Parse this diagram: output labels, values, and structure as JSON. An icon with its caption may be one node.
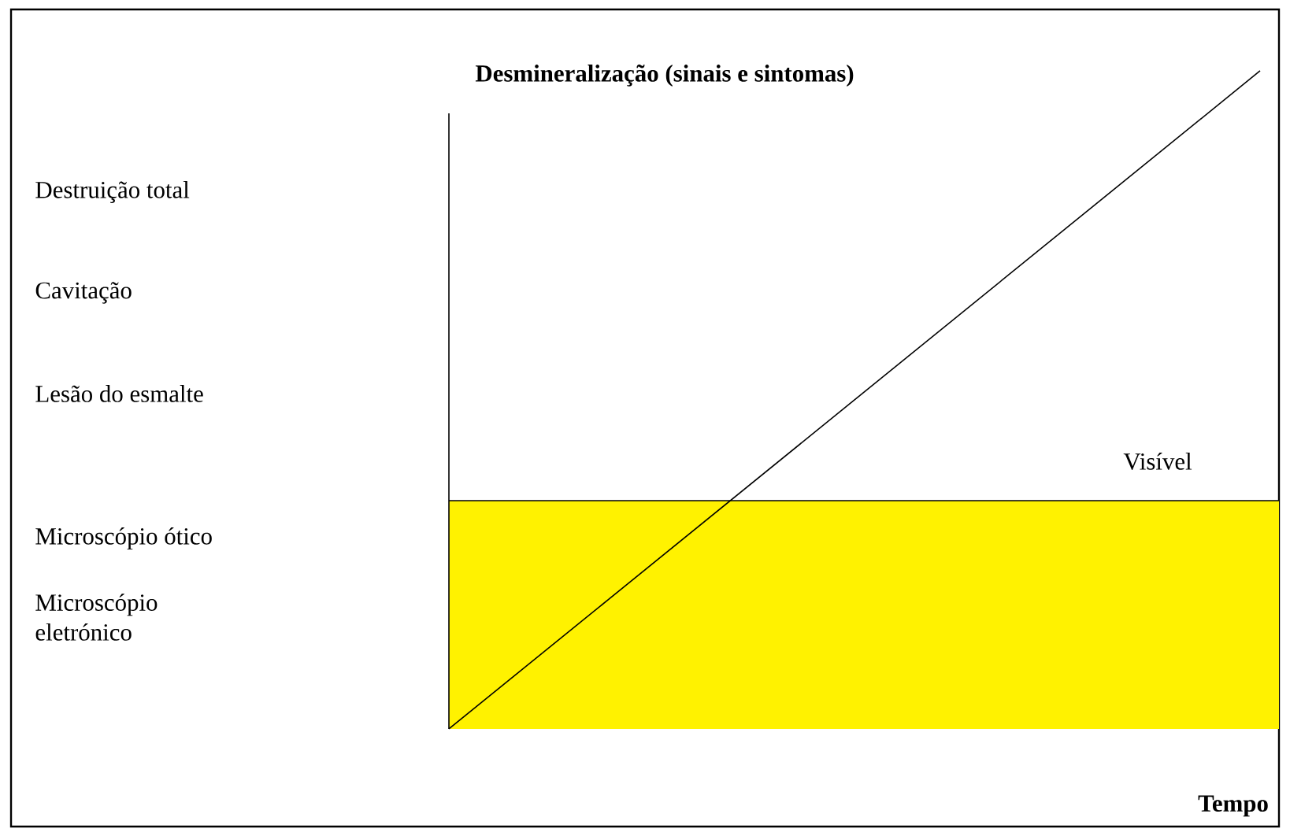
{
  "diagram": {
    "title": "Desmineralização (sinais e sintomas)",
    "labels": [
      "Destruição total",
      "Cavitação",
      "Lesão do esmalte",
      "Visível",
      "Microscópio ótico",
      "Microscópio eletrónico",
      "Tempo"
    ]
  }
}
